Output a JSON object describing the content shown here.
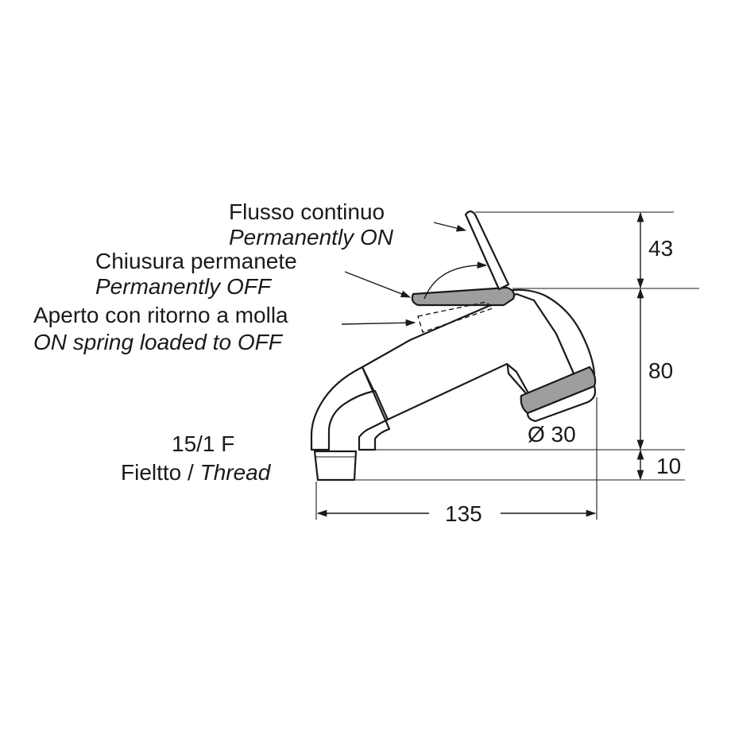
{
  "labels": {
    "flusso_it": "Flusso continuo",
    "flusso_en": "Permanently ON",
    "chiusura_it": "Chiusura permanete",
    "chiusura_en": "Permanently OFF",
    "aperto_it": "Aperto con ritorno a molla",
    "aperto_en": "ON spring loaded to OFF",
    "thread_spec": "15/1 F",
    "thread_it": "Fieltto / ",
    "thread_en": "Thread"
  },
  "dimensions": {
    "lever_height": "43",
    "body_height": "80",
    "base_height": "10",
    "width": "135",
    "diameter": "Ø 30"
  },
  "colors": {
    "line": "#1a1a1a",
    "fill_gray": "#9e9e9e",
    "background": "#ffffff"
  }
}
